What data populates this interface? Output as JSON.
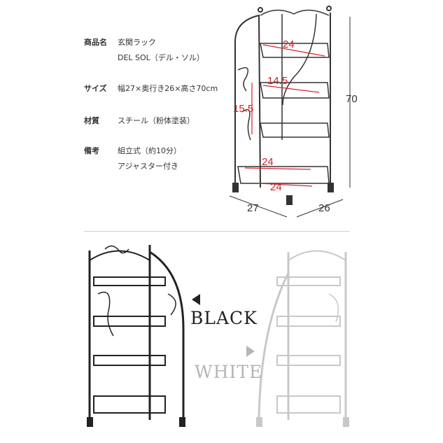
{
  "specs": [
    {
      "key": "商品名",
      "lines": [
        "玄関ラック",
        "DEL SOL（デル・ソル）"
      ]
    },
    {
      "key": "サイズ",
      "lines": [
        "幅27×奥行き26×高さ70cm"
      ]
    },
    {
      "key": "材質",
      "lines": [
        "スチール（粉体塗装）"
      ]
    },
    {
      "key": "備考",
      "lines": [
        "組立式（約10分）",
        "アジャスター付き"
      ]
    }
  ],
  "dimensions": {
    "top_width": "24",
    "inner_width": "14.5",
    "shelf_gap": "15.5",
    "bottom_width": "24",
    "bottom_depth": "24",
    "height": "70",
    "width": "27",
    "depth": "26"
  },
  "colors": {
    "black_label": "BLACK",
    "white_label": "WHITE",
    "black_arrow": "#222222",
    "white_arrow": "#b5b5b5",
    "dimension_red": "#d2232a"
  }
}
